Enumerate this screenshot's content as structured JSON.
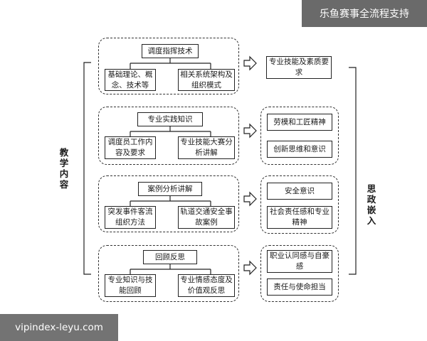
{
  "watermark_top": "乐鱼赛事全流程支持",
  "watermark_bottom": "vipindex-leyu.com",
  "left_label": "教学内容",
  "right_label": "思政嵌入",
  "modules": [
    {
      "title": "调度指挥技术",
      "items": [
        "基础理论、概念、技术等",
        "相关系统架构及组织模式"
      ]
    },
    {
      "title": "专业实践知识",
      "items": [
        "调度员工作内容及要求",
        "专业技能大赛分析讲解"
      ]
    },
    {
      "title": "案例分析讲解",
      "items": [
        "突发事件客流组织方法",
        "轨道交通安全事故案例"
      ]
    },
    {
      "title": "回顾反思",
      "items": [
        "专业知识与技能回顾",
        "专业情感态度及价值观反思"
      ]
    }
  ],
  "outcomes": [
    [
      "专业技能及素质要求"
    ],
    [
      "劳模和工匠精神",
      "创新思维和意识"
    ],
    [
      "安全意识",
      "社会责任感和专业精神"
    ],
    [
      "职业认同感与自豪感",
      "责任与使命担当"
    ]
  ]
}
